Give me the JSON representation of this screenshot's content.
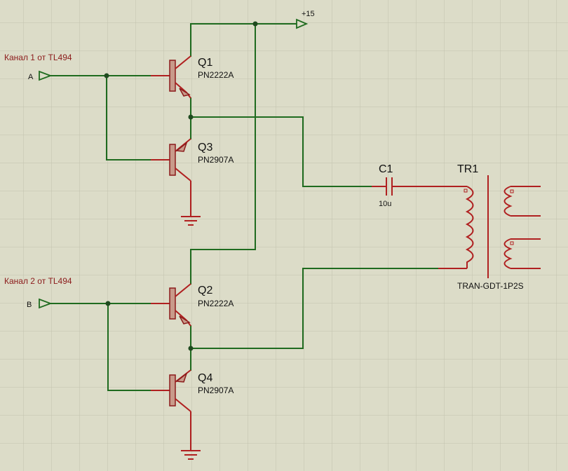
{
  "inputs": {
    "a": {
      "name": "A",
      "note": "Канал 1 от TL494"
    },
    "b": {
      "name": "B",
      "note": "Канал 2 от TL494"
    }
  },
  "supply": {
    "label": "+15"
  },
  "transistors": [
    {
      "ref": "Q1",
      "model": "PN2222A"
    },
    {
      "ref": "Q3",
      "model": "PN2907A"
    },
    {
      "ref": "Q2",
      "model": "PN2222A"
    },
    {
      "ref": "Q4",
      "model": "PN2907A"
    }
  ],
  "capacitor": {
    "ref": "C1",
    "value": "10u"
  },
  "transformer": {
    "ref": "TR1",
    "model": "TRAN-GDT-1P2S"
  }
}
